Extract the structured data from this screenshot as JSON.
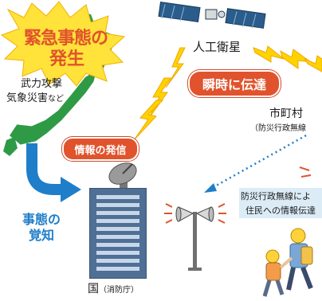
{
  "emergency": {
    "line1": "緊急事態の",
    "line2": "発生"
  },
  "causes": {
    "line1": "武力攻撃",
    "line2": "気象災害",
    "suffix": "など"
  },
  "satellite": {
    "label": "人工衛星"
  },
  "instant": {
    "label": "瞬時に伝達"
  },
  "municipality": {
    "label": "市町村",
    "sub": "（防災行政無線"
  },
  "info_out": {
    "label": "情報の発信"
  },
  "awareness": {
    "line1": "事態の",
    "line2": "覚知"
  },
  "country": {
    "label": "国",
    "sub": "（消防庁）"
  },
  "radio_box": {
    "line1": "防災行政無線によ",
    "line2": "住民への情報伝達"
  },
  "colors": {
    "orange_red": "#e0532c",
    "yellow": "#ffe23a",
    "blue": "#1f7ec9",
    "building": "#4f6f95"
  }
}
